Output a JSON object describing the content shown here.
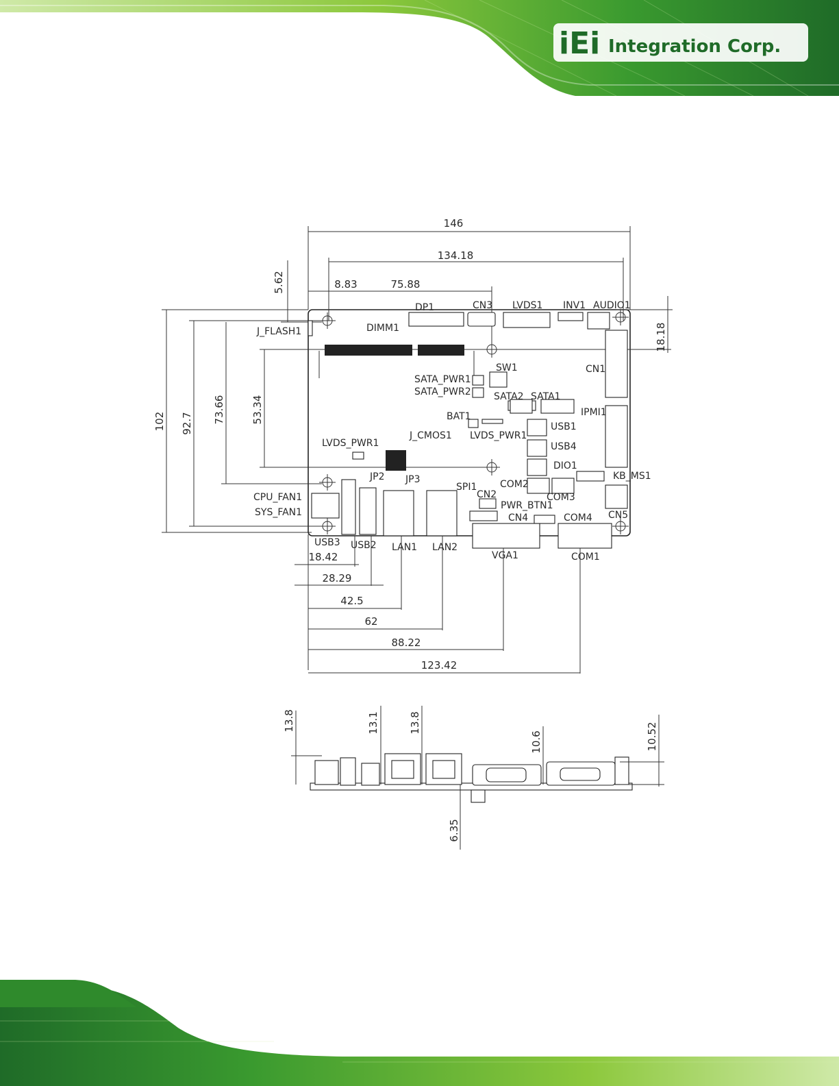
{
  "logo": {
    "brand_mark": "iEi",
    "brand_text": "Integration Corp."
  },
  "diagram": {
    "top_view": {
      "horizontal_dims": [
        "146",
        "134.18",
        "8.83",
        "75.88"
      ],
      "vertical_dims": [
        "5.62",
        "102",
        "92.7",
        "73.66",
        "53.34",
        "18.18"
      ],
      "bottom_dims": [
        "18.42",
        "28.29",
        "42.5",
        "62",
        "88.22",
        "123.42"
      ],
      "components": [
        "DP1",
        "CN3",
        "LVDS1",
        "INV1",
        "AUDIO1",
        "J_FLASH1",
        "DIMM1",
        "CN1",
        "SW1",
        "SATA_PWR1",
        "SATA_PWR2",
        "SATA2",
        "SATA1",
        "BAT1",
        "IPMI1",
        "USB1",
        "J_CMOS1",
        "LVDS_PWR1",
        "USB4",
        "LVDS_PWR1",
        "DIO1",
        "KB_MS1",
        "JP2",
        "JP3",
        "SPI1",
        "COM2",
        "CPU_FAN1",
        "CN2",
        "COM3",
        "SYS_FAN1",
        "PWR_BTN1",
        "CN5",
        "CN4",
        "COM4",
        "USB3",
        "USB2",
        "LAN1",
        "LAN2",
        "VGA1",
        "COM1"
      ]
    },
    "side_view": {
      "dims": [
        "13.8",
        "13.1",
        "13.8",
        "10.6",
        "10.52",
        "6.35"
      ]
    }
  },
  "colors": {
    "brand_green": "#3a9a2f",
    "light_green": "#8cc83c",
    "dark_green": "#1f6b28"
  }
}
